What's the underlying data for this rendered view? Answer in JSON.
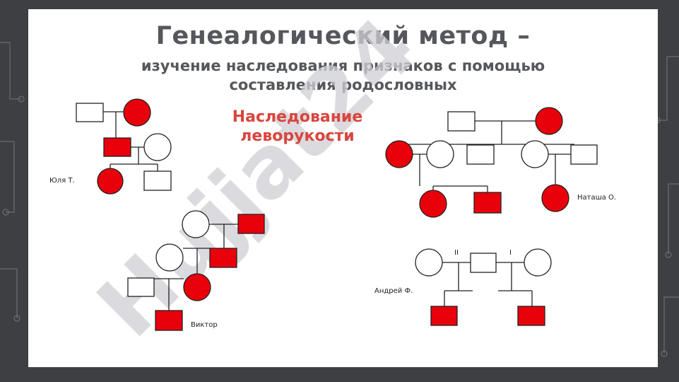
{
  "slide": {
    "title": "Генеалогический метод –",
    "subtitle_line1": "изучение наследования признаков с помощью",
    "subtitle_line2": "составления родословных",
    "heading_line1": "Наследование",
    "heading_line2": "леворукости",
    "watermark": "Hujjat24"
  },
  "pedigrees": {
    "yulia": {
      "name": "Юля Т."
    },
    "natasha": {
      "name": "Наташа О."
    },
    "viktor": {
      "name": "Виктор"
    },
    "andrey": {
      "name": "Андрей Ф.",
      "mark_left": "II",
      "mark_right": "I"
    }
  },
  "colors": {
    "affected": "#e8000b",
    "unaffected": "#ffffff",
    "outline": "#222222",
    "heading": "#d9453e",
    "title": "#55575c",
    "background": "#3d3f42"
  }
}
